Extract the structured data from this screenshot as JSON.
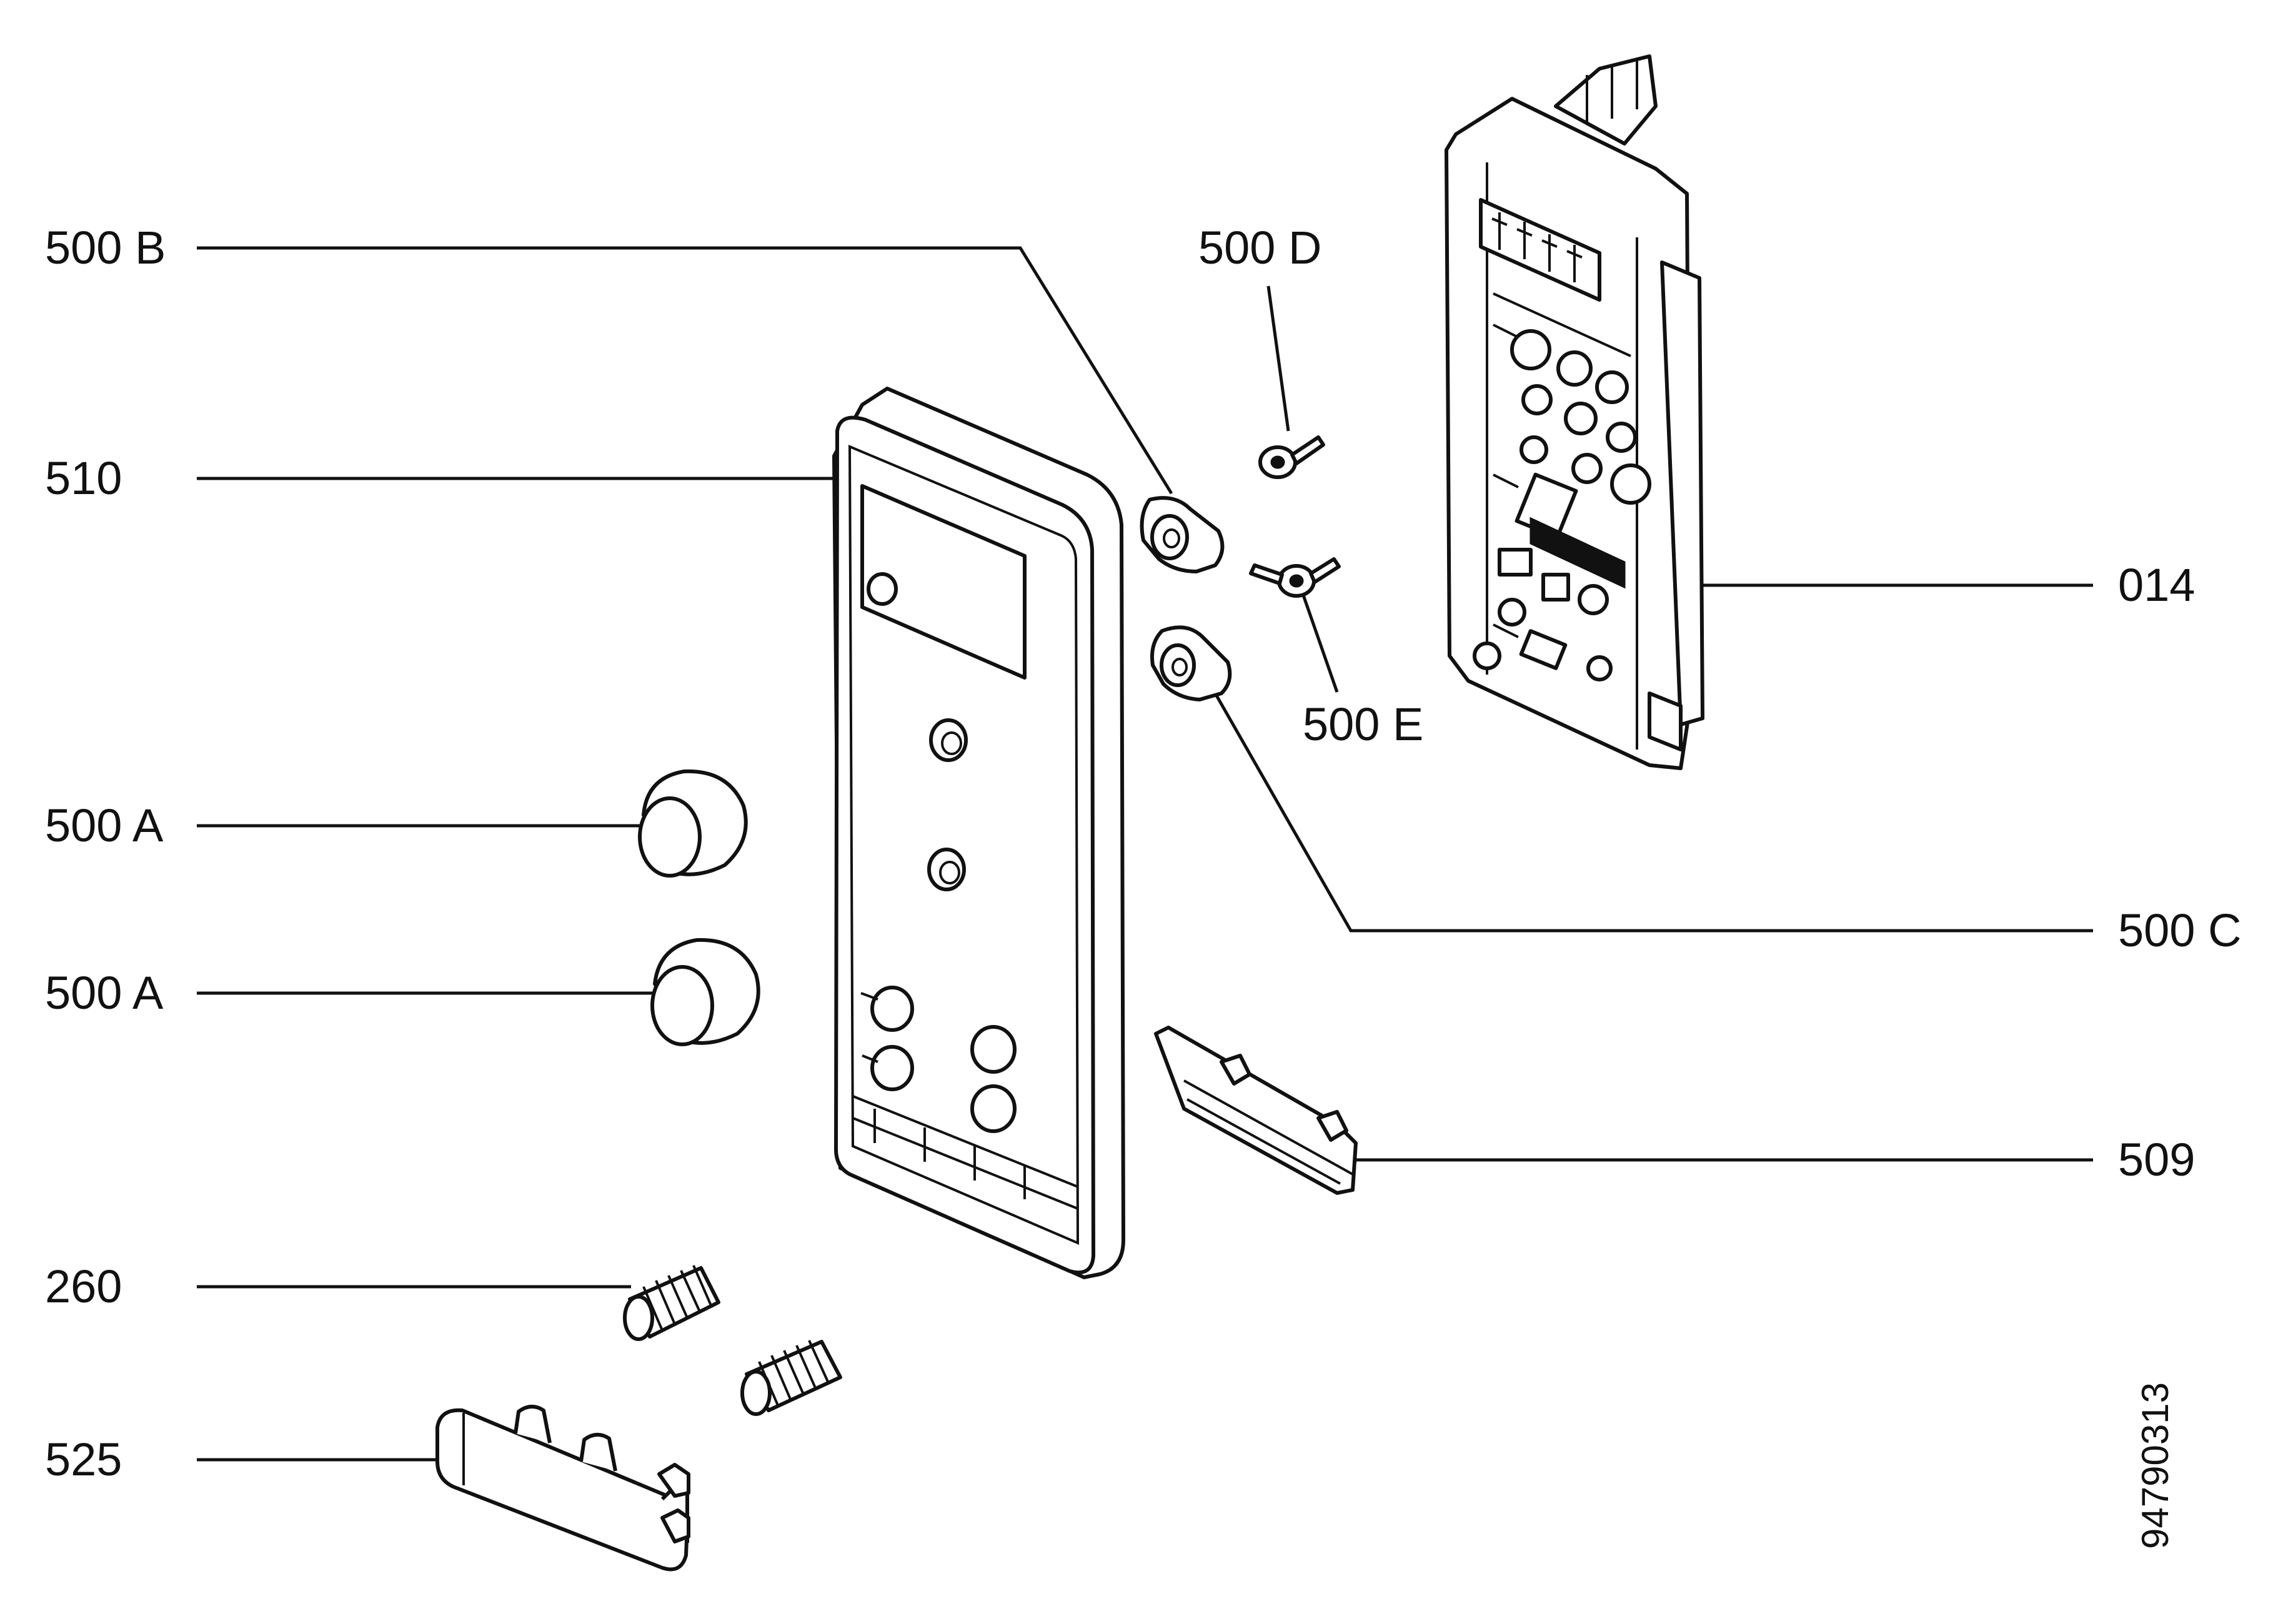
{
  "labels": {
    "500B": "500 B",
    "510": "510",
    "500A_1": "500 A",
    "500A_2": "500 A",
    "260": "260",
    "525": "525",
    "500D": "500 D",
    "500E": "500 E",
    "014": "014",
    "500C": "500 C",
    "509": "509"
  },
  "drawing_number": "94790313"
}
